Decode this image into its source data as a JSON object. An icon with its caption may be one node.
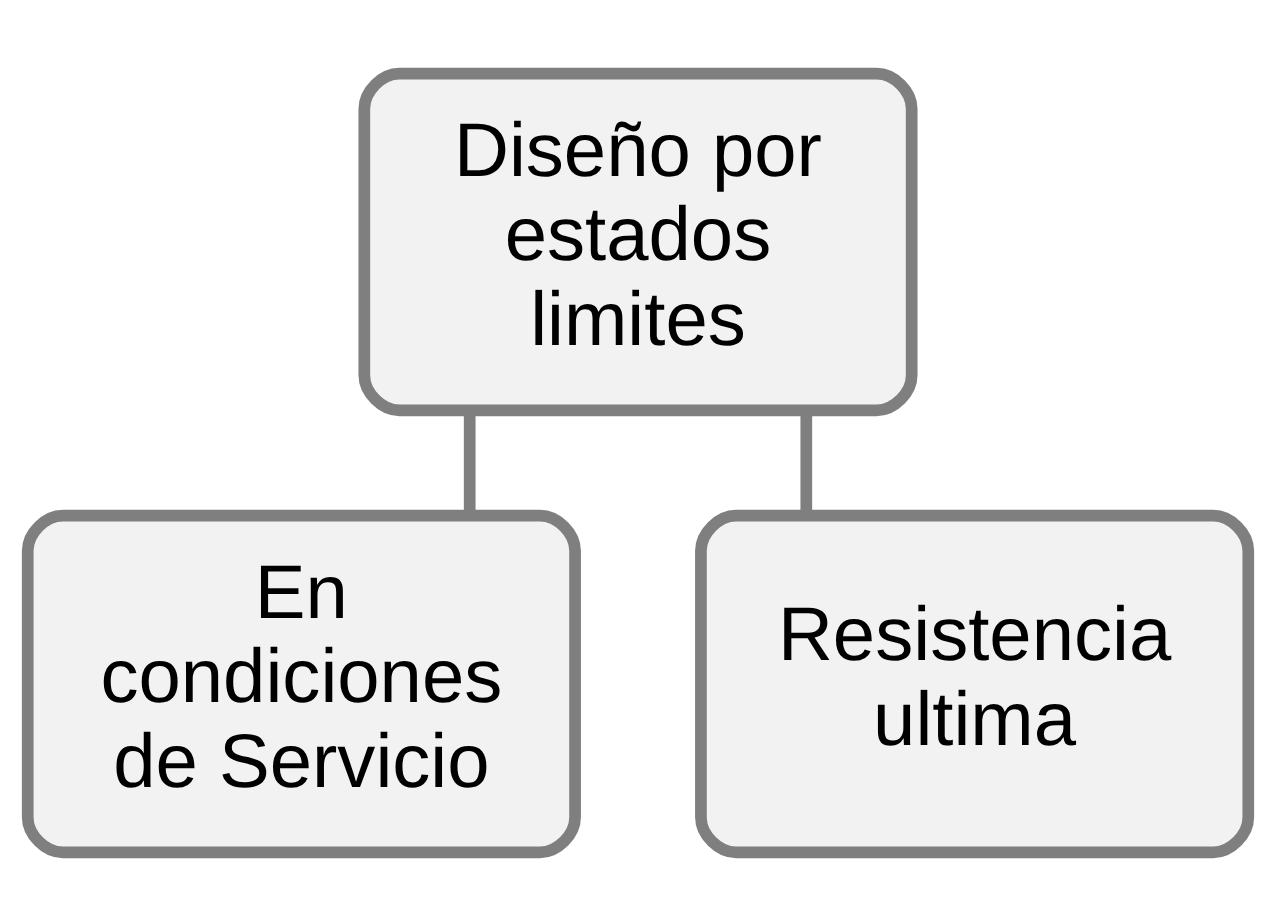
{
  "diagram": {
    "nodes": [
      {
        "text": [
          "Diseño por estados limites"
        ]
      },
      {
        "text": [
          "En condiciones de Servicio"
        ]
      },
      {
        "text": [
          "Resistencia ultima"
        ]
      }
    ],
    "edges": [
      {
        "from": 0,
        "to": 1,
        "arrow": "none"
      },
      {
        "from": 0,
        "to": 2,
        "arrow": "none"
      }
    ]
  }
}
